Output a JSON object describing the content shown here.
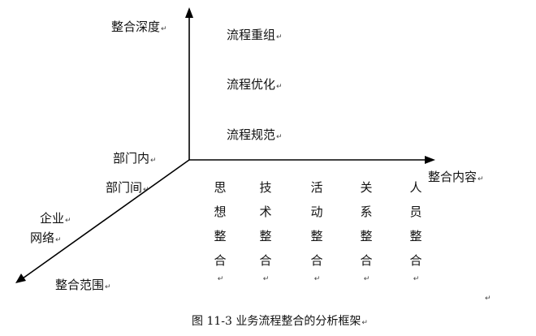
{
  "axes": {
    "y_axis_label": "整合深度",
    "x_axis_label": "整合内容",
    "z_axis_label": "整合范围"
  },
  "depth_levels": [
    "流程重组",
    "流程优化",
    "流程规范"
  ],
  "scope_levels": [
    "部门内",
    "部门间",
    "企业",
    "网络"
  ],
  "content_types": [
    [
      "思",
      "想",
      "整",
      "合"
    ],
    [
      "技",
      "术",
      "整",
      "合"
    ],
    [
      "活",
      "动",
      "整",
      "合"
    ],
    [
      "关",
      "系",
      "整",
      "合"
    ],
    [
      "人",
      "员",
      "整",
      "合"
    ]
  ],
  "paragraph_mark": "↵",
  "caption": {
    "figure_number": "图 11-3",
    "title": "业务流程整合的分析框架"
  }
}
